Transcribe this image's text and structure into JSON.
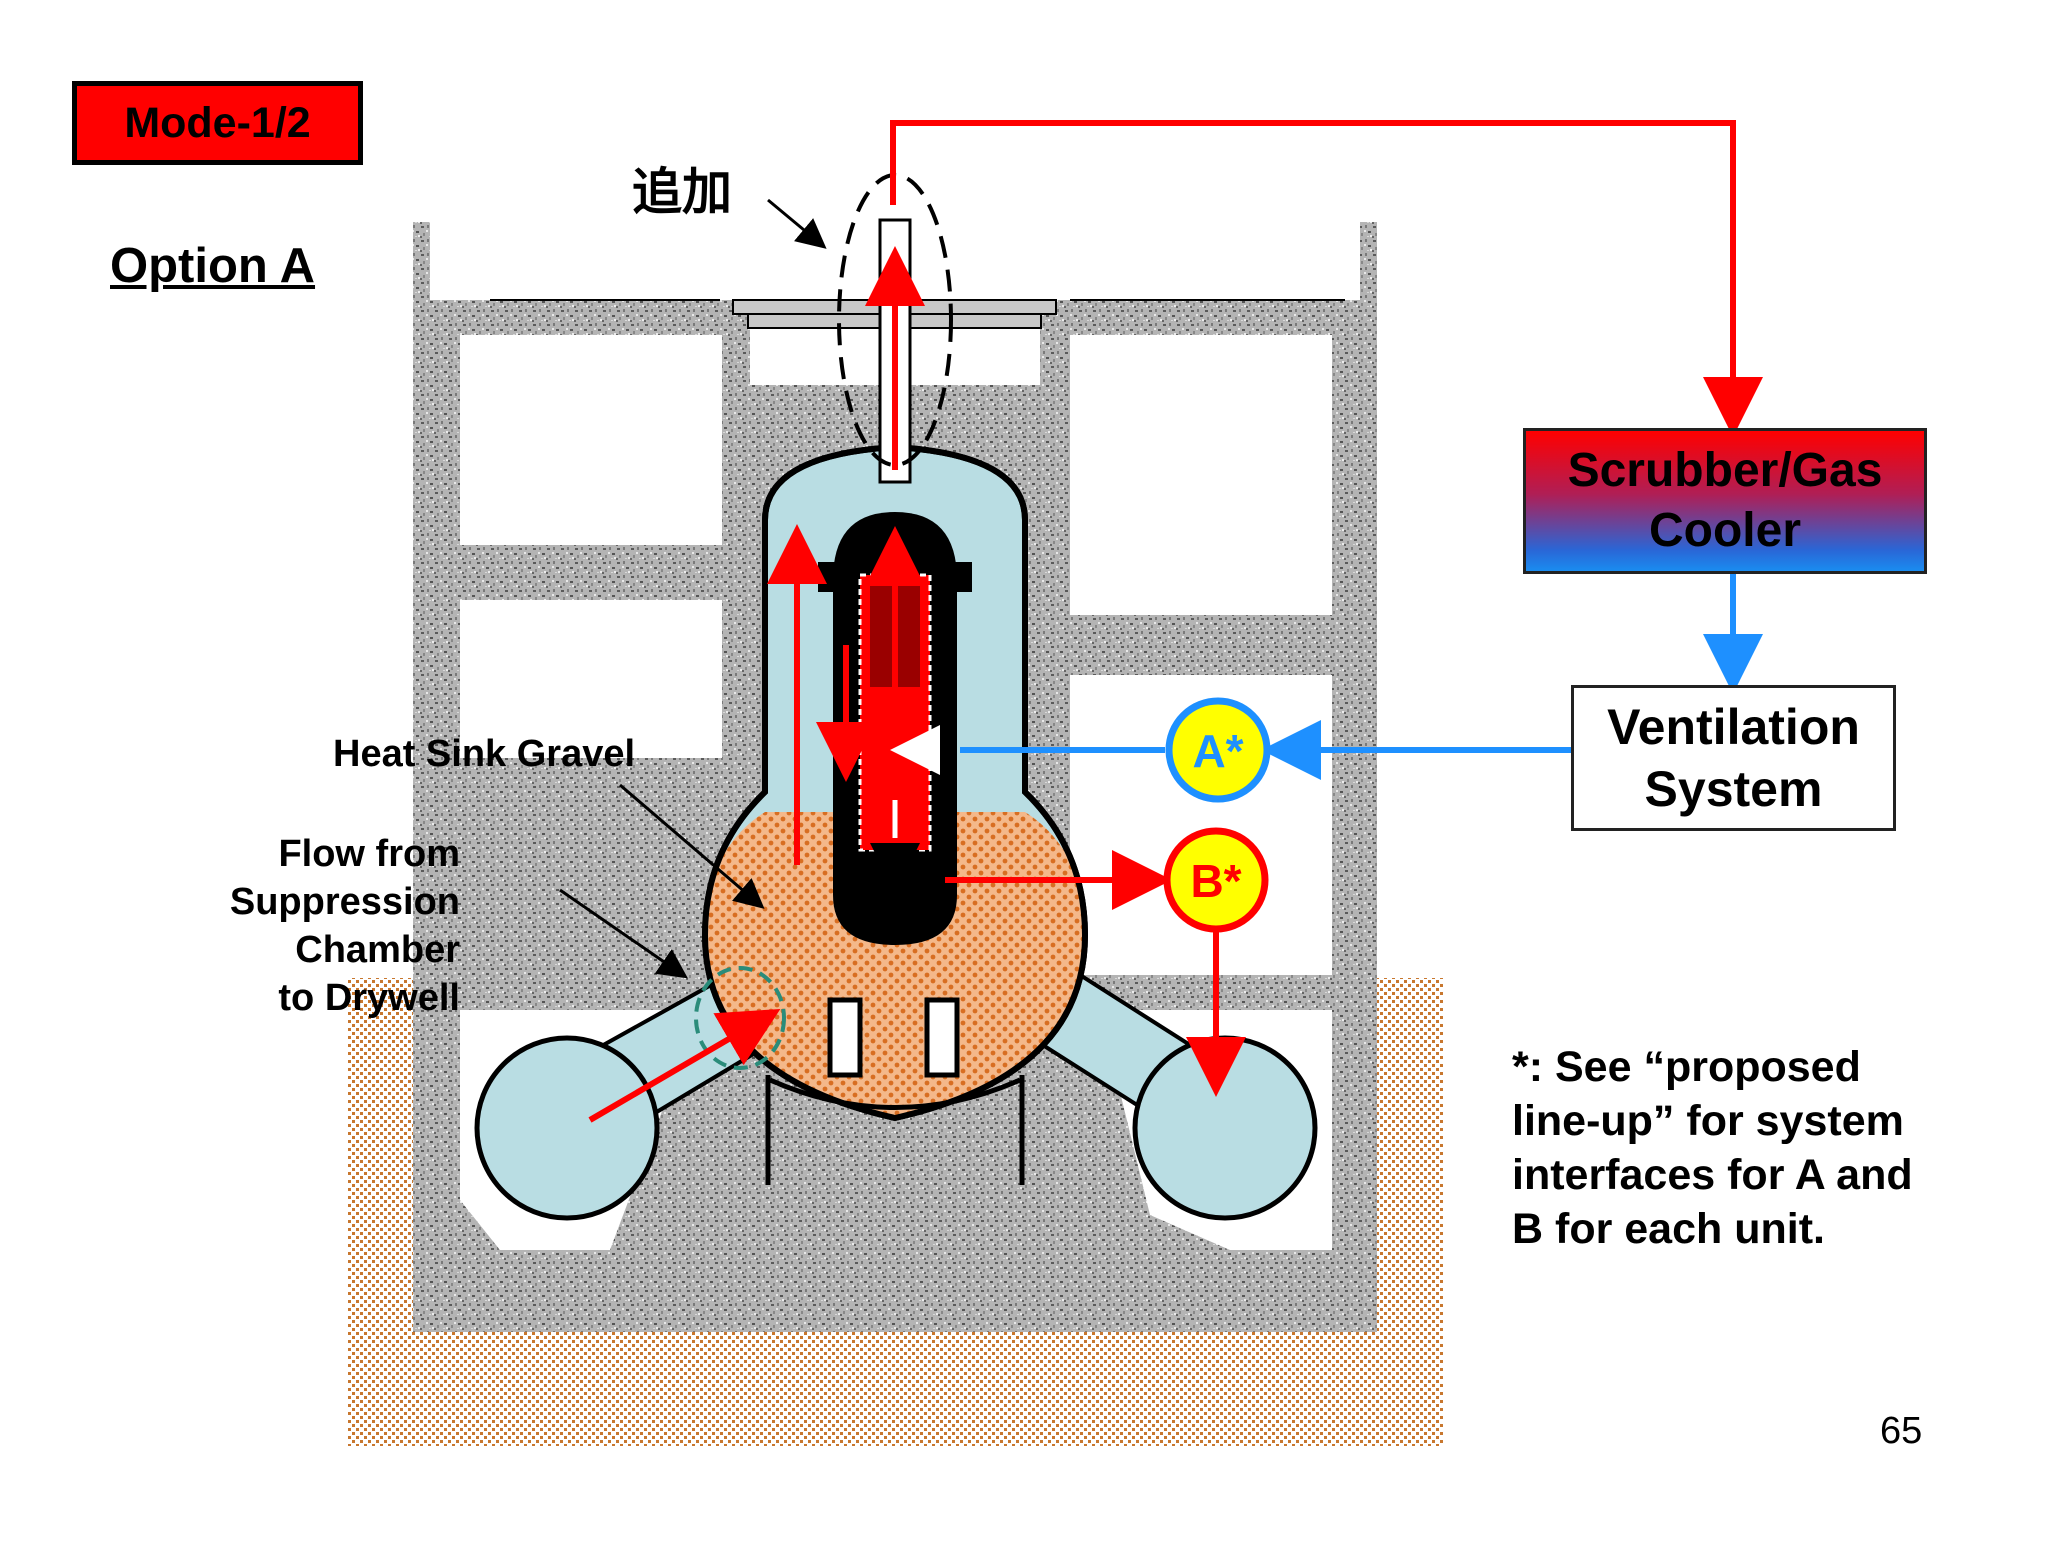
{
  "mode_badge": "Mode-1/2",
  "option_title": "Option A",
  "addition_label": "追加",
  "heat_sink_label": "Heat Sink Gravel",
  "flow_label": [
    "Flow from",
    "Suppression Chamber",
    "to Drywell"
  ],
  "scrubber_box": [
    "Scrubber/Gas",
    "Cooler"
  ],
  "ventilation_box": [
    "Ventilation",
    "System"
  ],
  "port_a": "A*",
  "port_b": "B*",
  "footnote": [
    "*:  See “proposed",
    "line-up” for system",
    "interfaces for A and",
    "B for each unit."
  ],
  "page_number": "65",
  "colors": {
    "red": "#ff0000",
    "blue": "#1e90ff",
    "vessel_light_blue": "#b9dde3",
    "gravel_orange": "#e89050",
    "concrete_gray": "#b8b8b8",
    "port_fill": "#ffff00"
  }
}
